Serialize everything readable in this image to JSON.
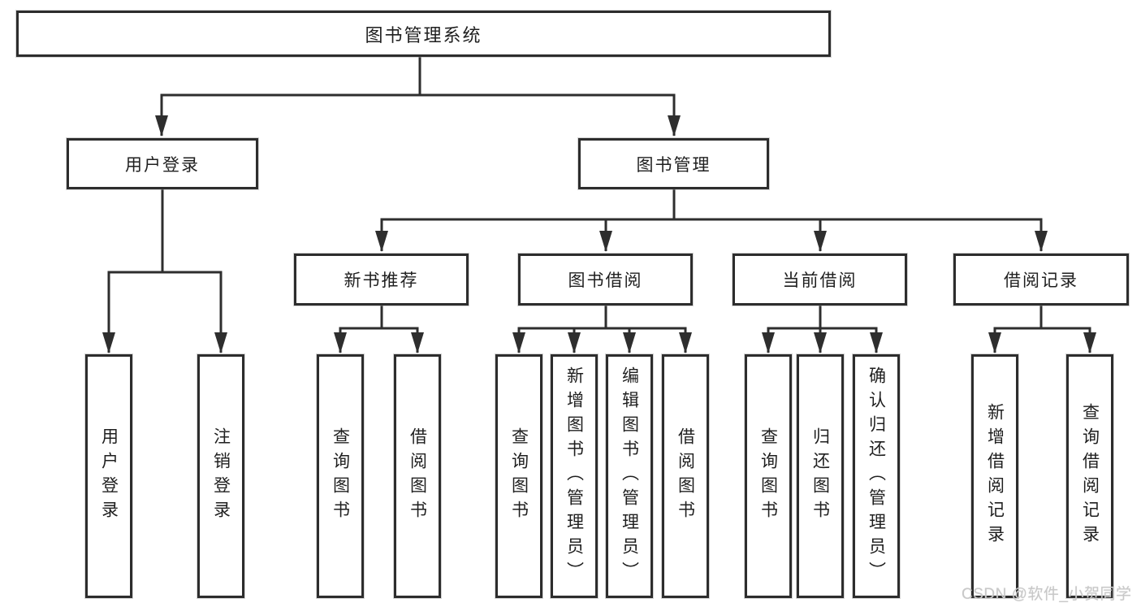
{
  "diagram": {
    "title": "图书管理系统",
    "watermark": "CSDN @软件_小贺同学",
    "colors": {
      "line": "#2e2e2e",
      "box_border": "#2d2d2d",
      "text": "#1f1f1f",
      "watermark_text": "#c8c8c8"
    },
    "level2": {
      "user_login": "用户登录",
      "book_mgmt": "图书管理"
    },
    "level3": {
      "new_book_rec": "新书推荐",
      "book_borrow": "图书借阅",
      "current_borrow": "当前借阅",
      "borrow_records": "借阅记录"
    },
    "leaves": {
      "user_login": "用户登录",
      "logout": "注销登录",
      "nb_query": "查询图书",
      "nb_borrow": "借阅图书",
      "bb_query": "查询图书",
      "bb_add": "新增图书（管理员）",
      "bb_edit": "编辑图书（管理员）",
      "bb_borrow": "借阅图书",
      "cb_query": "查询图书",
      "cb_return": "归还图书",
      "cb_confirm": "确认归还（管理员）",
      "br_add": "新增借阅记录",
      "br_query": "查询借阅记录"
    }
  }
}
